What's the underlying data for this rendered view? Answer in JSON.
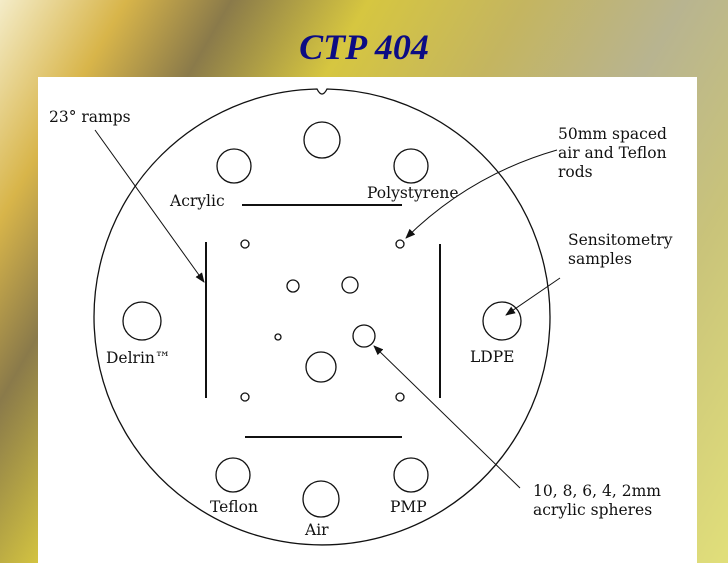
{
  "title": "CTP 404",
  "labels": {
    "ramps": "23° ramps",
    "rods": [
      "50mm spaced",
      "air and Teflon",
      "rods"
    ],
    "sensitometry": [
      "Sensitometry",
      "samples"
    ],
    "spheres": [
      "10, 8, 6, 4, 2mm",
      "acrylic spheres"
    ],
    "acrylic": "Acrylic",
    "polystyrene": "Polystyrene",
    "delrin": "Delrin™",
    "ldpe": "LDPE",
    "teflon": "Teflon",
    "air": "Air",
    "pmp": "PMP"
  }
}
